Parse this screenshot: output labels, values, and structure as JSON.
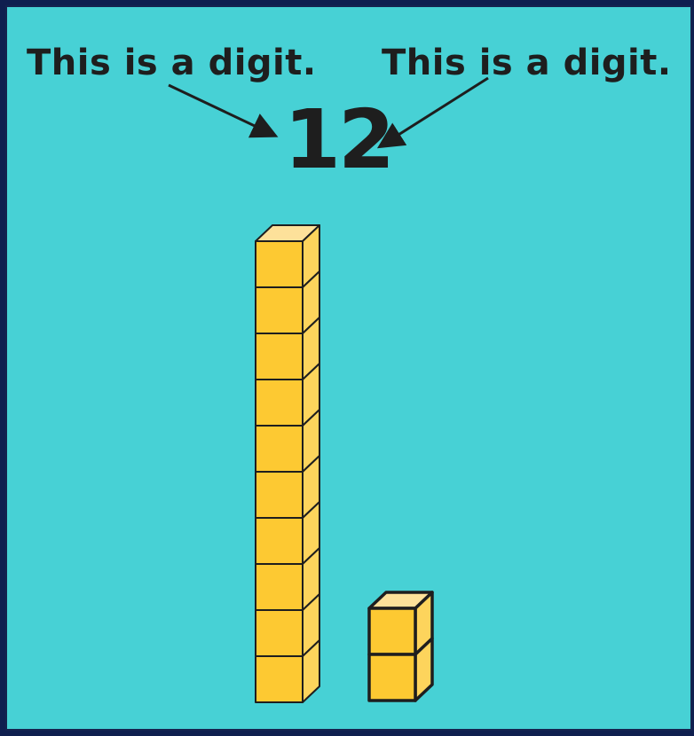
{
  "labels": {
    "left": "This is a digit.",
    "right": "This is a digit."
  },
  "number": "12",
  "blocks": {
    "tens_rod_cubes": 10,
    "ones_cubes": 2
  },
  "colors": {
    "background": "#47d1d5",
    "border": "#15234f",
    "cube_front": "#fdc932",
    "cube_top": "#fde19a",
    "cube_side": "#fdd45c",
    "outline": "#1e1e1e"
  }
}
